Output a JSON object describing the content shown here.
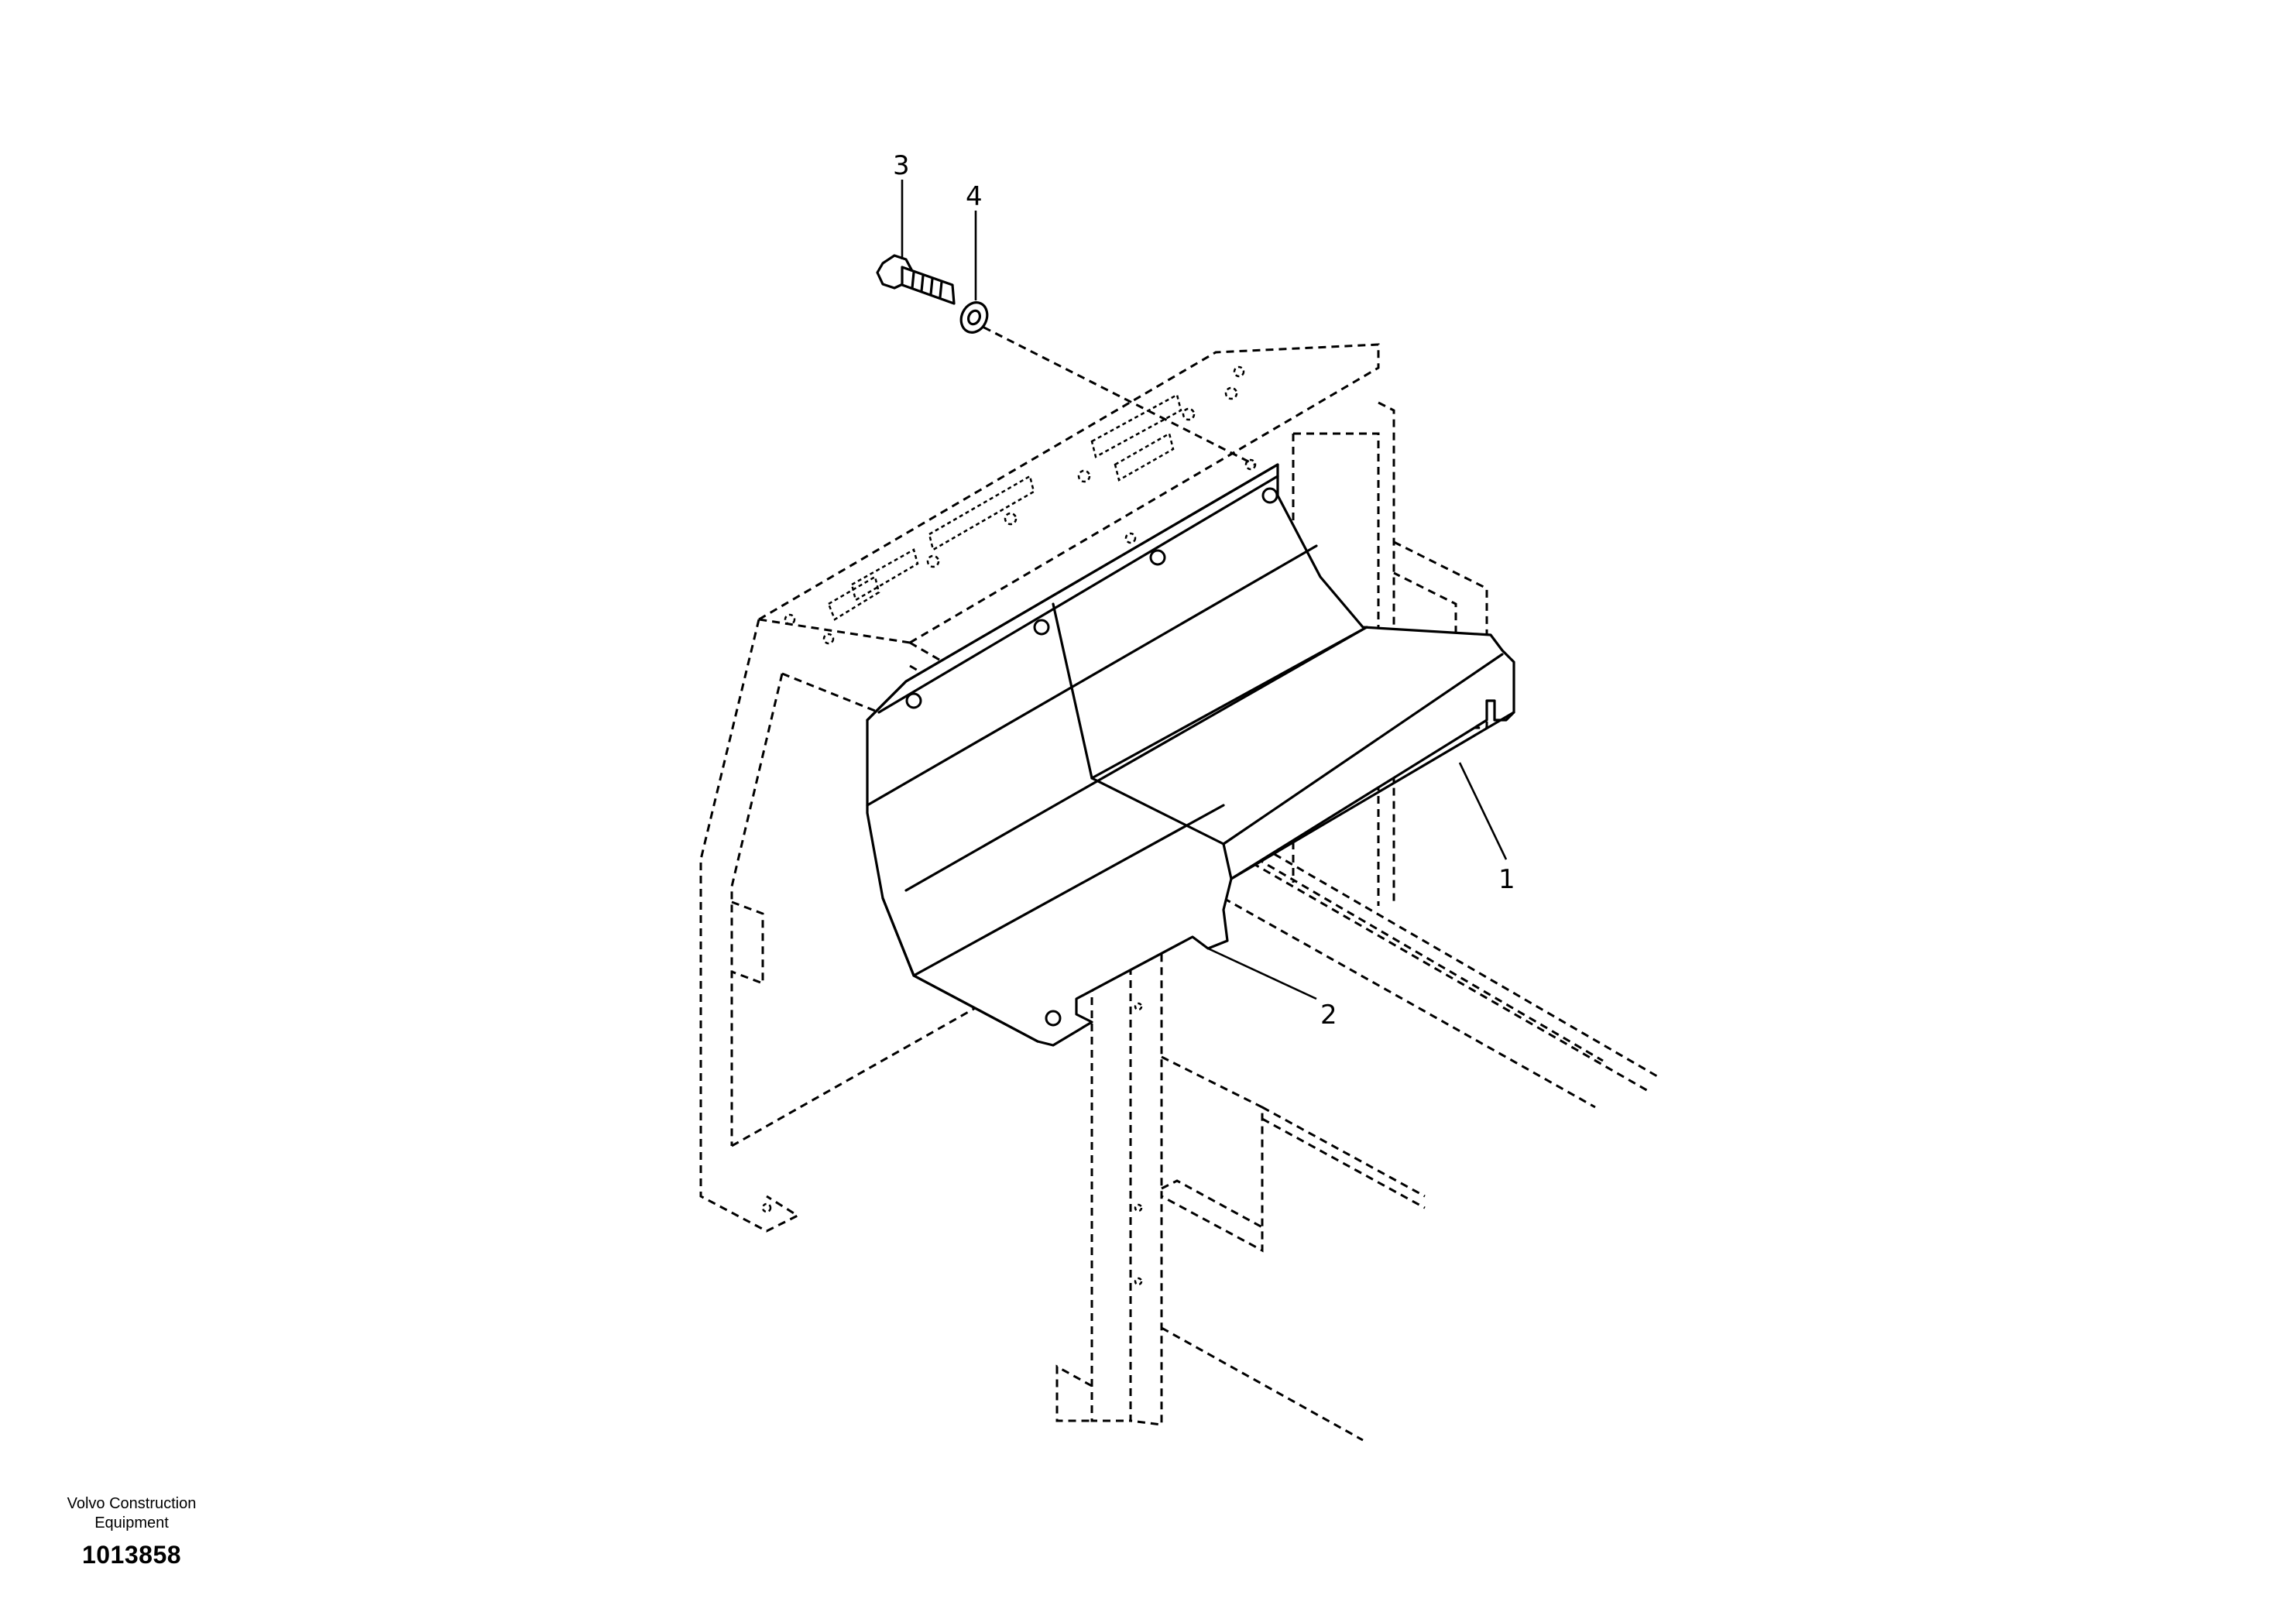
{
  "callouts": {
    "part_1": "1",
    "part_2": "2",
    "part_3": "3",
    "part_4": "4"
  },
  "footer": {
    "company": "Volvo Construction\nEquipment",
    "document_number": "1013858"
  },
  "icons": {
    "bolt": "bolt-icon",
    "washer": "washer-icon"
  }
}
